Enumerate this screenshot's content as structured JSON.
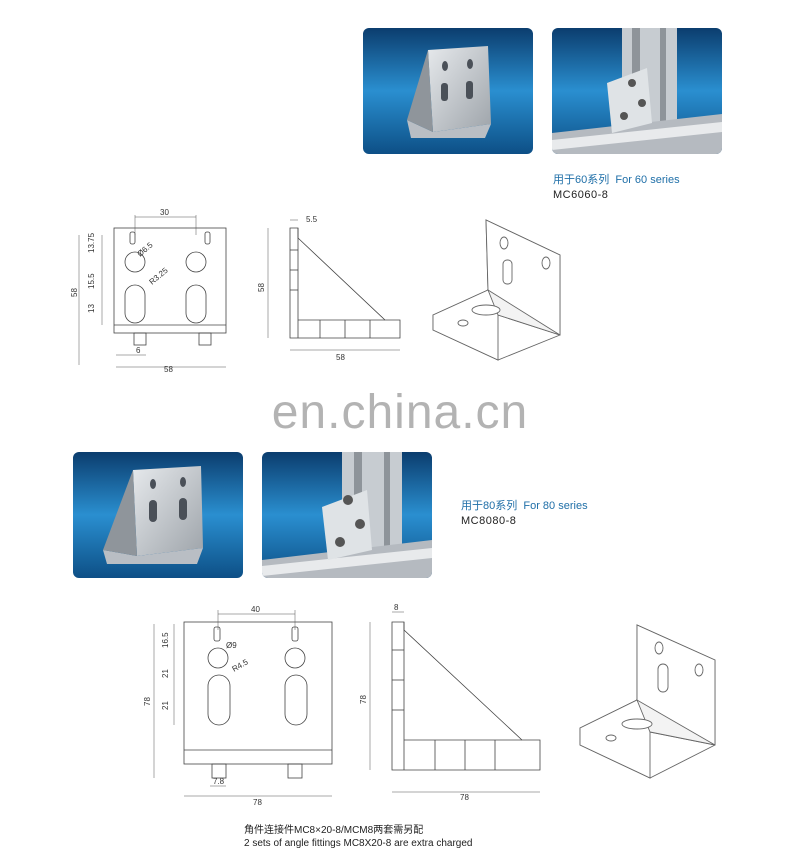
{
  "series60": {
    "caption_cn": "用于60系列",
    "caption_en": "For 60 series",
    "model": "MC6060-8",
    "dims_front": {
      "spacing": "30",
      "hole1": "Ø6.5",
      "slot": "R3.25",
      "d1": "13.75",
      "d2": "15.5",
      "d3": "13",
      "height": "58",
      "width": "58",
      "tab": "6"
    },
    "dims_side": {
      "top": "5.5",
      "height": "58",
      "width": "58"
    }
  },
  "series80": {
    "caption_cn": "用于80系列",
    "caption_en": "For 80 series",
    "model": "MC8080-8",
    "dims_front": {
      "spacing": "40",
      "hole1": "Ø9",
      "slot": "R4.5",
      "d1": "16.5",
      "d2": "21",
      "d3": "21",
      "height": "78",
      "width": "78",
      "tab": "7.8"
    },
    "dims_side": {
      "top": "8",
      "height": "78",
      "width": "78"
    }
  },
  "watermark": "en.china.cn",
  "footnote": {
    "line1": "角件连接件MC8×20-8/MCM8两套需另配",
    "line2": "2 sets of angle fittings MC8X20-8 are extra charged"
  }
}
